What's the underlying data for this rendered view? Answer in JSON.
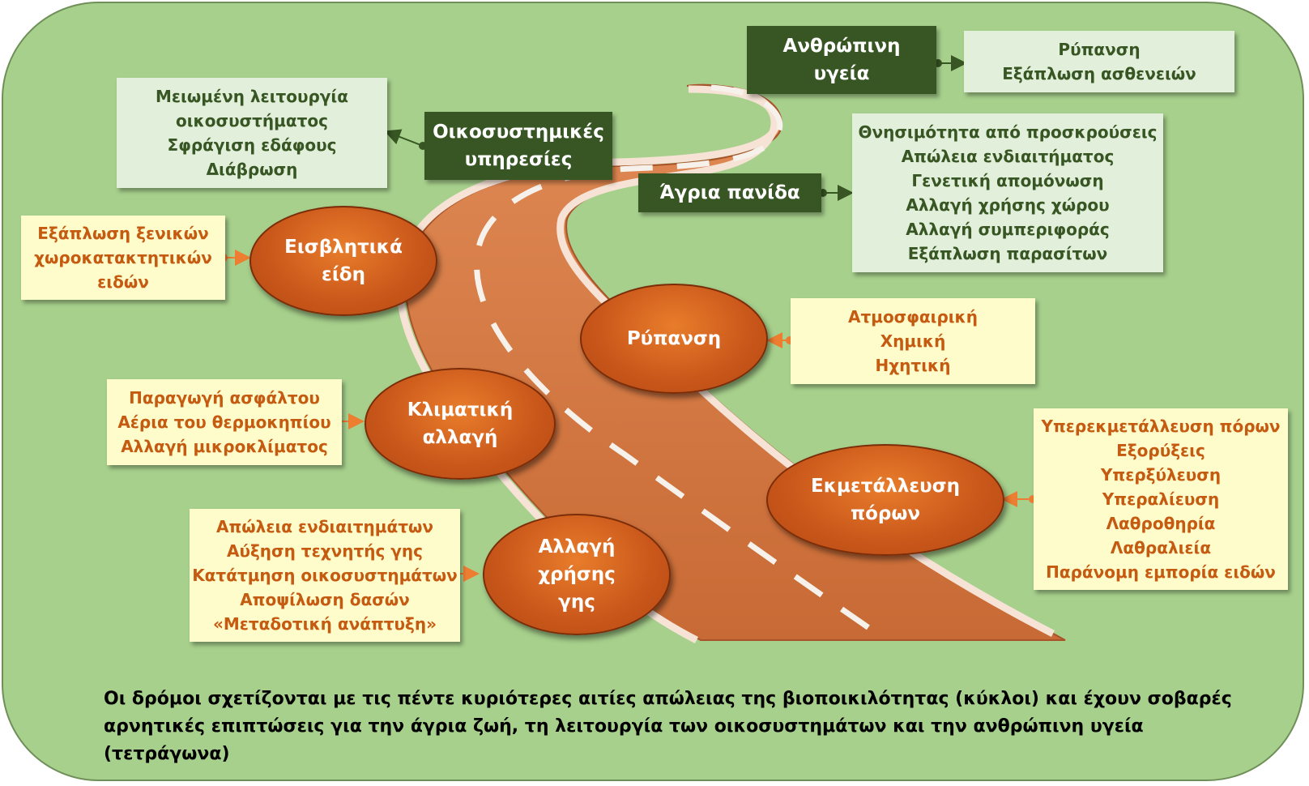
{
  "causes": {
    "invasive": {
      "label": [
        "Εισβλητικά",
        "είδη"
      ],
      "details": [
        "Εξάπλωση ξενικών",
        "χωροκατακτητικών",
        "ειδών"
      ]
    },
    "pollution": {
      "label": [
        "Ρύπανση"
      ],
      "details": [
        "Ατμοσφαιρική",
        "Χημική",
        "Ηχητική"
      ]
    },
    "climate": {
      "label": [
        "Κλιματική",
        "αλλαγή"
      ],
      "details": [
        "Παραγωγή ασφάλτου",
        "Αέρια του θερμοκηπίου",
        "Αλλαγή μικροκλίματος"
      ]
    },
    "exploitation": {
      "label": [
        "Εκμετάλλευση",
        "πόρων"
      ],
      "details": [
        "Υπερεκμετάλλευση πόρων",
        "Εξορύξεις",
        "Υπερξύλευση",
        "Υπεραλίευση",
        "Λαθροθηρία",
        "Λαθραλιεία",
        "Παράνομη εμπορία ειδών"
      ]
    },
    "landuse": {
      "label": [
        "Αλλαγή",
        "χρήσης",
        "γης"
      ],
      "details": [
        "Απώλεια ενδιαιτημάτων",
        "Αύξηση τεχνητής γης",
        "Κατάτμηση οικοσυστημάτων",
        "Αποψίλωση δασών",
        "«Μεταδοτική ανάπτυξη»"
      ]
    }
  },
  "impacts": {
    "health": {
      "label": [
        "Ανθρώπινη",
        "υγεία"
      ],
      "details": [
        "Ρύπανση",
        "Εξάπλωση ασθενειών"
      ]
    },
    "ecosystem": {
      "label": [
        "Οικοσυστημικές",
        "υπηρεσίες"
      ],
      "details": [
        "Μειωμένη λειτουργία",
        "οικοσυστήματος",
        "Σφράγιση εδάφους",
        "Διάβρωση"
      ]
    },
    "wildlife": {
      "label": [
        "Άγρια πανίδα"
      ],
      "details": [
        "Θνησιμότητα από προσκρούσεις",
        "Απώλεια ενδιαιτήματος",
        "Γενετική απομόνωση",
        "Αλλαγή χρήσης χώρου",
        "Αλλαγή συμπεριφοράς",
        "Εξάπλωση παρασίτων"
      ]
    }
  },
  "caption": [
    "Οι δρόμοι σχετίζονται με τις πέντε κυριότερες αιτίες απώλειας της βιοποικιλότητας (κύκλοι) και έχουν σοβαρές",
    "αρνητικές επιπτώσεις για την άγρια ζωή, τη λειτουργία των οικοσυστημάτων και την ανθρώπινη υγεία (τετράγωνα)"
  ],
  "colors": {
    "background": "#a7d08c",
    "road": "#cd6f3c",
    "cause_text": "#c55a11",
    "cause_box": "#fffccc",
    "impact_box": "#e2efda",
    "impact_dark": "#375623"
  }
}
